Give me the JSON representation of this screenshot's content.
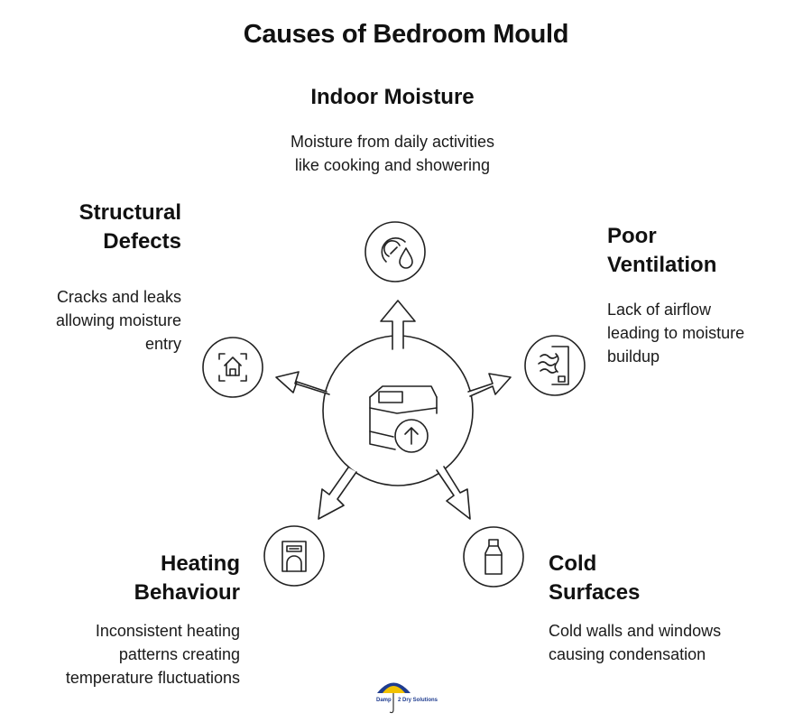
{
  "title": "Causes of Bedroom Mould",
  "center": {
    "icon": "bed-upload-icon"
  },
  "causes": [
    {
      "heading_lines": [
        "Indoor Moisture"
      ],
      "description_lines": [
        "Moisture from daily activities",
        "like cooking and showering"
      ],
      "icon": "humidity-gauge-icon"
    },
    {
      "heading_lines": [
        "Poor",
        "Ventilation"
      ],
      "description_lines": [
        "Lack of airflow",
        "leading to moisture",
        "buildup"
      ],
      "icon": "airflow-wall-icon"
    },
    {
      "heading_lines": [
        "Cold",
        "Surfaces"
      ],
      "description_lines": [
        "Cold walls and windows",
        "causing condensation"
      ],
      "icon": "bottle-icon"
    },
    {
      "heading_lines": [
        "Heating",
        "Behaviour"
      ],
      "description_lines": [
        "Inconsistent heating",
        "patterns creating",
        "temperature fluctuations"
      ],
      "icon": "heater-icon"
    },
    {
      "heading_lines": [
        "Structural",
        "Defects"
      ],
      "description_lines": [
        "Cracks and leaks",
        "allowing moisture",
        "entry"
      ],
      "icon": "house-scan-icon"
    }
  ],
  "logo": {
    "text": "Damp 2 Dry Solutions",
    "colors": {
      "umbrella_blue": "#1f3c8f",
      "umbrella_yellow": "#f2c200"
    }
  }
}
